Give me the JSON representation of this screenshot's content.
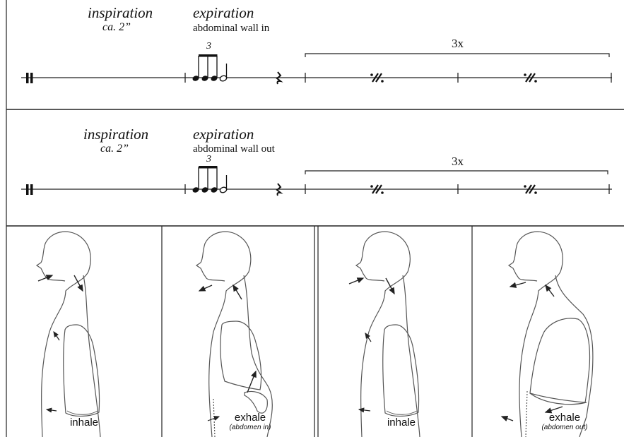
{
  "rows": [
    {
      "inspiration": "inspiration",
      "duration": "ca. 2”",
      "expiration": "expiration",
      "wall": "abdominal wall in",
      "tuplet": "3",
      "repeat": "3x"
    },
    {
      "inspiration": "inspiration",
      "duration": "ca. 2”",
      "expiration": "expiration",
      "wall": "abdominal wall out",
      "tuplet": "3",
      "repeat": "3x"
    }
  ],
  "panels": [
    {
      "caption": "inhale",
      "subcaption": ""
    },
    {
      "caption": "exhale",
      "subcaption": "(abdomen in)"
    },
    {
      "caption": "inhale",
      "subcaption": ""
    },
    {
      "caption": "exhale",
      "subcaption": "(abdomen out)"
    }
  ]
}
